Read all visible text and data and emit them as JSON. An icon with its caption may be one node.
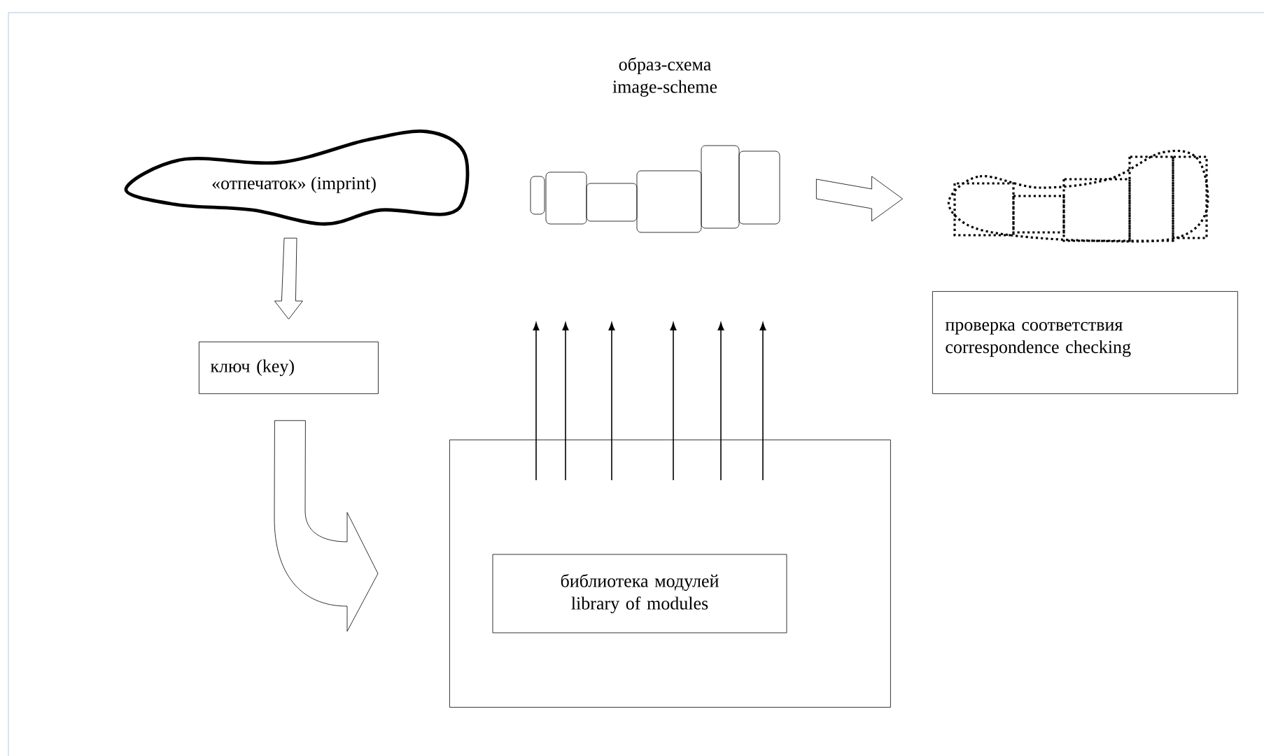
{
  "diagram": {
    "nodes": [
      {
        "text": [
          "«отпечаток» (imprint)"
        ]
      },
      {
        "text": [
          "образ-схема image-scheme"
        ]
      },
      {
        "text": [],
        "shape": "picture"
      },
      {
        "text": [
          "ключ (key)"
        ]
      },
      {
        "text": [],
        "shape": "box"
      },
      {
        "text": [
          "библиотека модулей library of modules"
        ],
        "in": 4
      },
      {
        "text": [
          "проверка соответствия correspondence checking"
        ]
      }
    ],
    "edges": [
      {
        "from": 0,
        "to": 3,
        "arrow": "to"
      },
      {
        "from": 3,
        "to": 4,
        "arrow": "to"
      },
      {
        "from": 1,
        "to": 2,
        "arrow": "to"
      },
      {
        "from": 4,
        "to": null,
        "arrow": "to"
      },
      {
        "from": 4,
        "to": null,
        "arrow": "to"
      },
      {
        "from": 4,
        "to": null,
        "arrow": "to"
      },
      {
        "from": 4,
        "to": null,
        "arrow": "to"
      },
      {
        "from": 4,
        "to": null,
        "arrow": "to"
      },
      {
        "from": 4,
        "to": null,
        "arrow": "to"
      }
    ]
  }
}
